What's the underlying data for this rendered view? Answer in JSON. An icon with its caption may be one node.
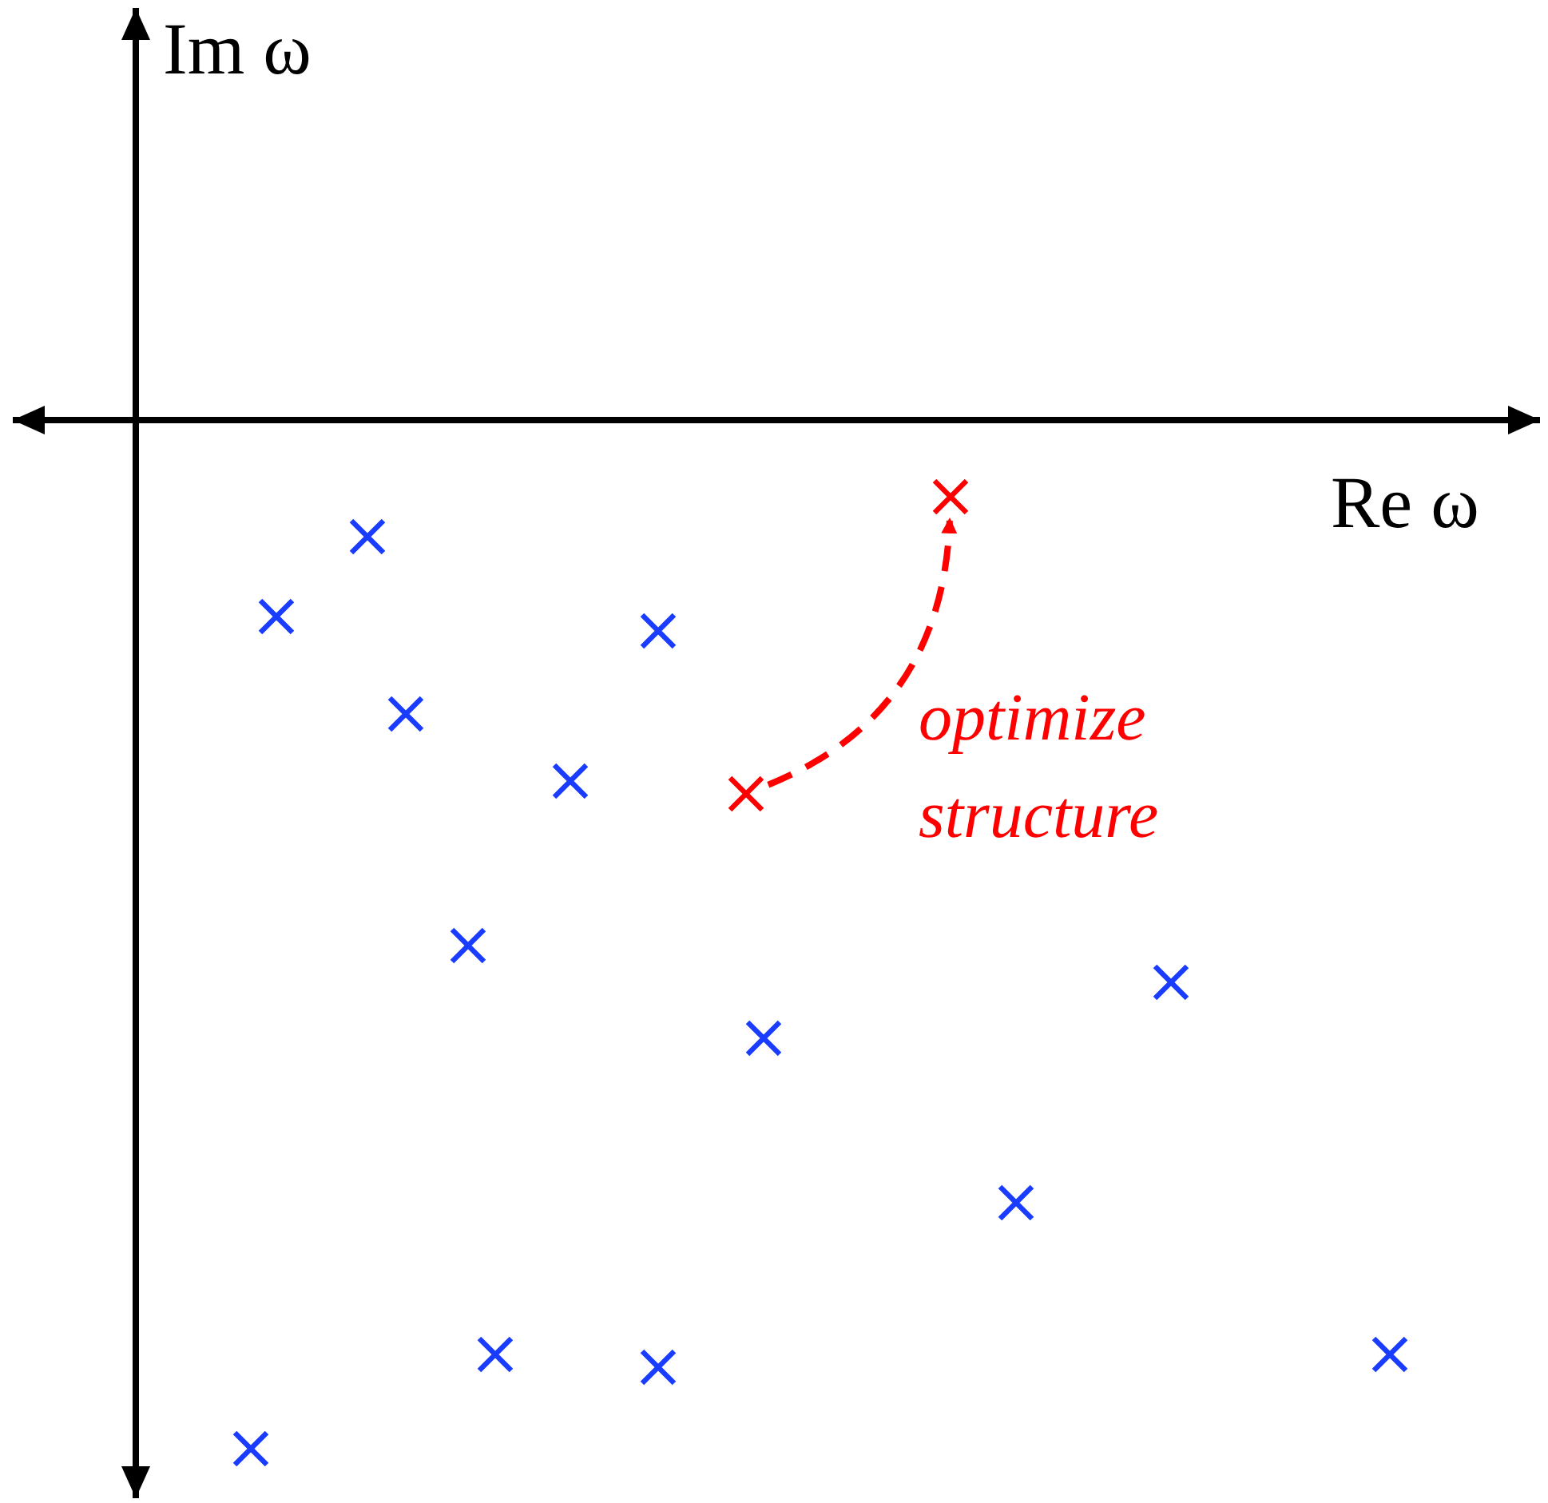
{
  "diagram": {
    "nodes": [
      {
        "text": [],
        "shape": "cross"
      },
      {
        "text": [],
        "shape": "cross"
      }
    ],
    "edges": [
      {
        "from": 0,
        "to": 1,
        "arrow": "to",
        "style": "dashed",
        "color": "#ff0000",
        "label": "optimize structure"
      }
    ],
    "labels": [
      "Im ω",
      "Re ω"
    ]
  }
}
